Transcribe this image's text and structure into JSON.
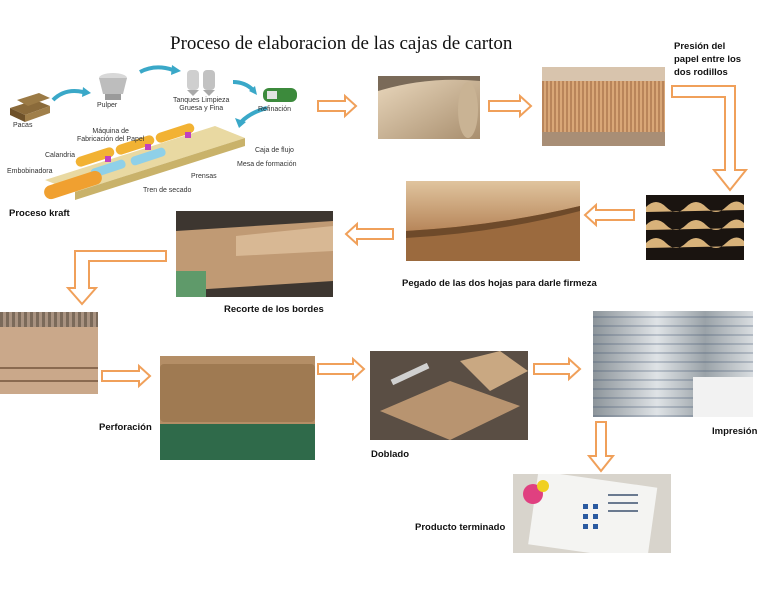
{
  "title": "Proceso de elaboracion de las cajas de carton",
  "kraft": {
    "caption": "Proceso kraft",
    "labels": {
      "pacas": "Pacas",
      "pulper": "Pulper",
      "tanques": "Tanques Limpieza\nGruesa y Fina",
      "refinacion": "Refinación",
      "maquina": "Máquina de\nFabricación del Papel",
      "caja": "Caja de flujo",
      "calandria": "Calandria",
      "mesa": "Mesa de formación",
      "embobinadora": "Embobinadora",
      "prensas": "Prensas",
      "tren": "Tren de secado"
    }
  },
  "steps": {
    "presion": "Presión del papel entre los dos rodillos",
    "pegado": "Pegado de las dos hojas para darle firmeza",
    "recorte": "Recorte de los bordes",
    "perforacion": "Perforación",
    "doblado": "Doblado",
    "impresion": "Impresión",
    "producto": "Producto terminado"
  },
  "colors": {
    "arrow": "#f0a05a",
    "cardboard": "#c8a27a"
  }
}
